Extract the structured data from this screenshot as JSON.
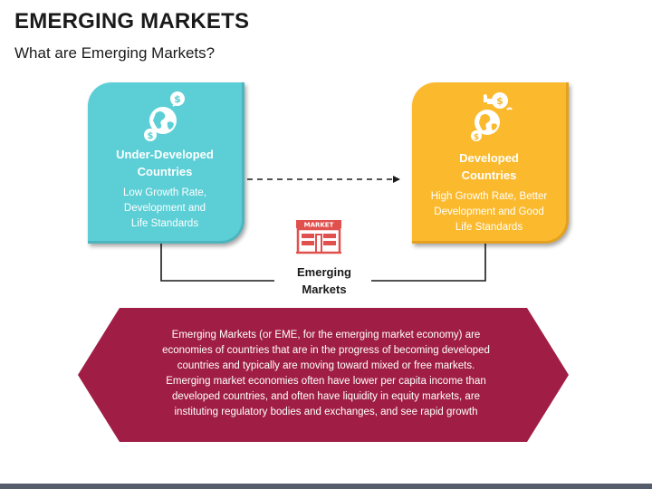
{
  "title": "EMERGING MARKETS",
  "subtitle": "What are Emerging Markets?",
  "left_card": {
    "heading_line1": "Under-Developed",
    "heading_line2": "Countries",
    "desc_line1": "Low Growth Rate,",
    "desc_line2": "Development and",
    "desc_line3": "Life Standards",
    "color": "#5ccfd6",
    "icon": "globe-dollar-icon"
  },
  "right_card": {
    "heading_line1": "Developed",
    "heading_line2": "Countries",
    "desc_line1": "High Growth Rate, Better",
    "desc_line2": "Development and Good",
    "desc_line3": "Life Standards",
    "color": "#fbba2e",
    "icon": "globe-dollar-thumbsup-icon"
  },
  "market": {
    "sign_text": "MARKET",
    "label_line1": "Emerging",
    "label_line2": "Markets",
    "icon": "market-store-icon",
    "color": "#e0514e"
  },
  "description": {
    "lines": [
      "Emerging Markets (or EME, for the emerging market economy) are",
      "economies of countries that are in the progress of becoming developed",
      "countries and typically are moving toward mixed or free markets.",
      "Emerging market economies often have lower per capita income than",
      "developed countries, and often have liquidity in equity markets, are",
      "instituting regulatory bodies and exchanges, and see rapid growth"
    ],
    "color": "#a01e45"
  }
}
